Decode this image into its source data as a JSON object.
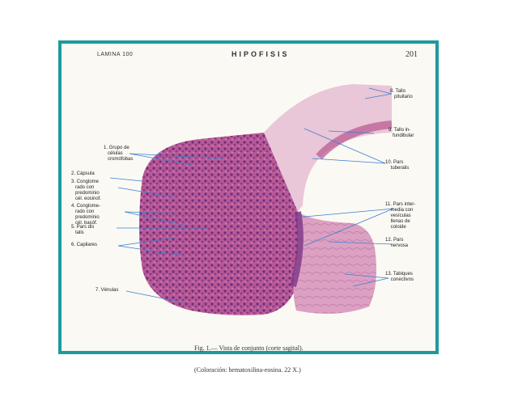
{
  "header": {
    "left": "LAMINA 100",
    "center": "HIPOFISIS",
    "right": "201"
  },
  "labels": {
    "l1": "1. Grupo de\n   células\n   cromófobas",
    "l2": "2. Cápsula",
    "l3": "3. Conglome\n   rado con\n   predominio\n   cél. eosinof.",
    "l4": "4. Conglome-\n   rado con\n   predominio\n   cél. basóf.",
    "l5": "5. Pars dis\n   talis",
    "l6": "6. Capilares",
    "l7": "7. Vénulas",
    "r8": "8. Tallo\n   pituitario",
    "r9": "9. Tallo in-\n   fundibular",
    "r10": "10. Pars\n    tuberalis",
    "r11": "11. Pars inter-\n    media con\n    vesículas\n    llenas de\n    coloide",
    "r12": "12. Pars\n    nervosa",
    "r13": "13. Tabiques\n    conectivos"
  },
  "caption": {
    "line1": "Fig. 1.— Vista de conjunto (corte sagital).",
    "line2": "(Coloración: hematoxilina-eosina. 22 X.)"
  },
  "colors": {
    "frame": "#1e9a9c",
    "tissue_pink": "#c8609a",
    "tissue_purple": "#7e3f8c",
    "leader_line": "#3a7fd0"
  }
}
